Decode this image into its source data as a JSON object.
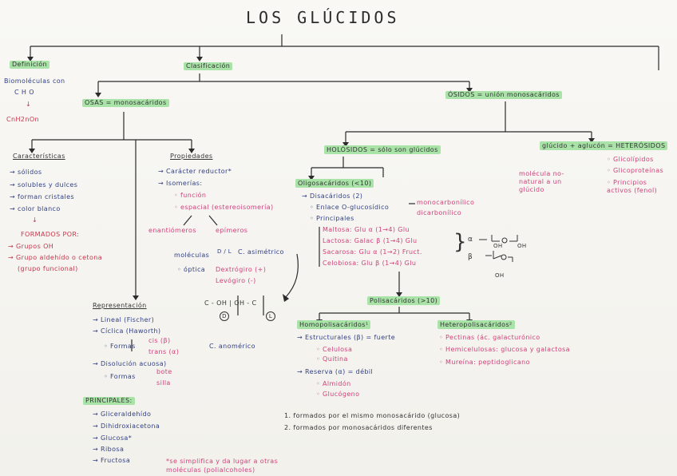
{
  "title": "LOS GLÚCIDOS",
  "definicion": {
    "heading": "Definición",
    "line1": "Biomoléculas con",
    "line2": "C  H  O",
    "arrow": "↓",
    "formula": "CnH2nOn"
  },
  "clasificacion": "Clasificación",
  "osas": "OSAS = monosacáridos",
  "osidos": "ÓSIDOS = unión monosacáridos",
  "caracteristicas": {
    "heading": "Características",
    "items": [
      "→ sólidos",
      "→ solubles y dulces",
      "→ forman cristales",
      "→ color blanco"
    ],
    "arrow": "↓",
    "formados": "FORMADOS POR:",
    "f1": "→ Grupos OH",
    "f2": "→ Grupo aldehído o cetona",
    "f3": "(grupo funcional)"
  },
  "propiedades": {
    "heading": "Propiedades",
    "p1": "→ Carácter reductor*",
    "p2": "→ Isomerías:",
    "p3": "◦ función",
    "p4": "◦ espacial (estereoisomería)",
    "enantiomeros": "enantiómeros",
    "epimeros": "epímeros",
    "moleculas": "moléculas",
    "dl": "D / L",
    "casim": "C. asimétrico",
    "optica": "◦ óptica",
    "dextro": "Dextrógiro (+)",
    "levo": "Levógiro (-)",
    "struct1": "C - OH | OH - C",
    "d": "D",
    "l": "L"
  },
  "representacion": {
    "heading": "Representación",
    "r1": "→ Lineal (Fischer)",
    "r2": "→ Cíclica (Haworth)",
    "formas1": "◦ Formas",
    "cis": "cis (β)",
    "trans": "trans (α)",
    "anomerico": "C. anomérico",
    "r3": "→ Disolución acuosa)",
    "formas2": "◦ Formas",
    "bote": "bote",
    "silla": "silla"
  },
  "principales": {
    "heading": "PRINCIPALES:",
    "items": [
      "→ Gliceraldehído",
      "→ Dihidroxiacetona",
      "→ Glucosa*",
      "→ Ribosa",
      "→ Fructosa"
    ]
  },
  "nota_asterisco": "*se simplifica y da lugar a otras moléculas (polialcoholes)",
  "holosidos": "HOLÓSIDOS = sólo son glúcidos",
  "heterosidos": "glúcido + aglucón = HETERÓSIDOS",
  "heterosidos_nota": "molécula no-natural a un glúcido",
  "heterosidos_items": [
    "◦ Glicolípidos",
    "◦ Glicoproteínas",
    "◦ Principios activos (fenol)"
  ],
  "oligosacaridos": {
    "heading": "Oligosacáridos (<10)",
    "dis": "→ Disacáridos (2)",
    "enlace": "◦ Enlace O-glucosídico",
    "monocarb": "monocarbonílico",
    "dicarb": "dicarbonílico",
    "principales": "◦ Principales",
    "items": [
      "Maltosa: Glu α (1→4) Glu",
      "Lactosa: Galac β (1→4) Glu",
      "Sacarosa: Glu α (1→2) Fruct.",
      "Celobiosa: Glu β (1→4) Glu"
    ],
    "alpha": "α",
    "beta": "β",
    "oh": "OH"
  },
  "polisacaridos": {
    "heading": "Polisacáridos (>10)",
    "homo": "Homopolisacáridos¹",
    "estructurales": "→ Estructurales (β) = fuerte",
    "celulosa": "◦ Celulosa",
    "quitina": "◦ Quitina",
    "reserva": "→ Reserva (α) = débil",
    "almidon": "◦ Almidón",
    "glucogeno": "◦ Glucógeno",
    "hetero": "Heteropolisacáridos²",
    "pectinas": "◦ Pectinas (ác. galacturónico",
    "hemicelulosas": "◦ Hemicelulosas: glucosa y galactosa",
    "mureina": "◦ Mureína: peptidoglicano"
  },
  "notas": [
    "1. formados por el mismo monosacárido (glucosa)",
    "2. formados por monosacáridos diferentes"
  ]
}
